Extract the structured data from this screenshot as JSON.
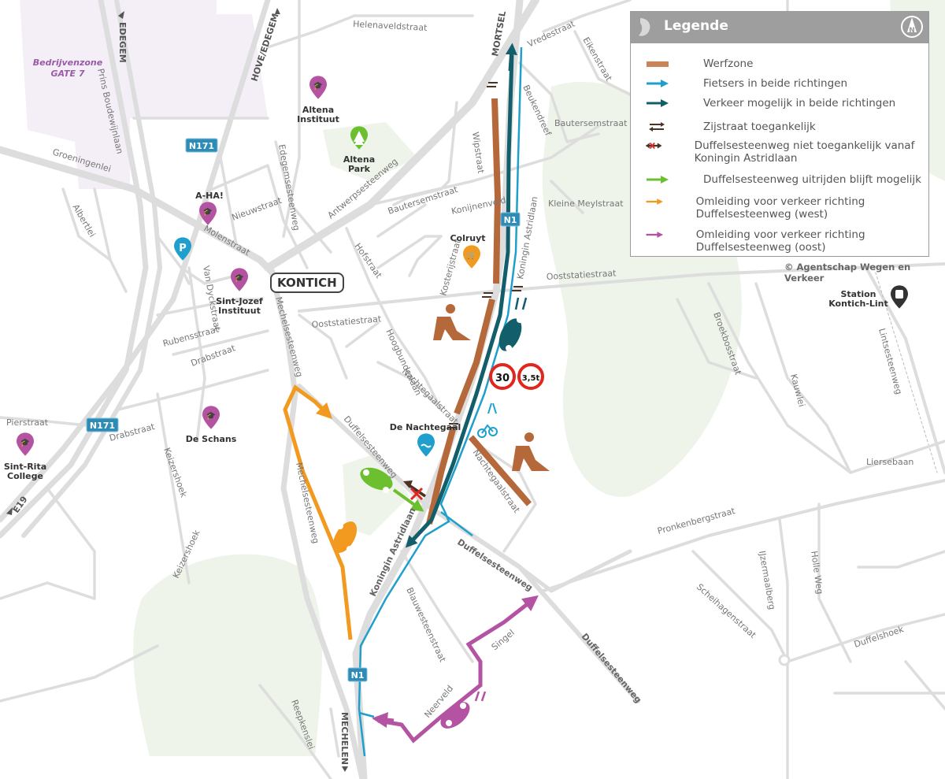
{
  "legend": {
    "title": "Legende",
    "items": [
      {
        "label": "Werfzone",
        "color": "#b5683a"
      },
      {
        "label": "Fietsers in beide richtingen",
        "color": "#1fa0cc"
      },
      {
        "label": "Verkeer mogelijk in beide richtingen",
        "color": "#135e6b"
      },
      {
        "label": "Zijstraat toegankelijk",
        "color": "#4a3226"
      },
      {
        "label": "Duffelsesteenweg niet toegankelijk vanaf Koningin Astridlaan",
        "color": "#4a3226"
      },
      {
        "label": "Duffelsesteenweg uitrijden blijft mogelijk",
        "color": "#6cbf2f"
      },
      {
        "label": "Omleiding voor verkeer richting Duffelsesteenweg (west)",
        "color": "#f29a1f"
      },
      {
        "label": "Omleiding voor verkeer richting Duffelsesteenweg (oost)",
        "color": "#b553a3"
      }
    ],
    "north": "N"
  },
  "copyright": "© Agentschap Wegen en Verkeer",
  "town": "KONTICH",
  "zone": {
    "line1": "Bedrijvenzone",
    "line2": "GATE 7"
  },
  "directions": {
    "edegem": "EDEGEM",
    "hove_edegem": "HOVE/EDEGEM",
    "mortsel": "MORTSEL",
    "mechelen": "MECHELEN",
    "e19": "E19"
  },
  "road_badges": {
    "n171_top": "N171",
    "n171_bottom": "N171",
    "n1_top": "N1",
    "n1_bottom": "N1"
  },
  "signs": {
    "speed": "30",
    "weight": "3,5t"
  },
  "pois": {
    "altena_instituut": [
      "Altena",
      "Instituut"
    ],
    "altena_park": [
      "Altena",
      "Park"
    ],
    "aha": "A-HA!",
    "sint_jozef": [
      "Sint-Jozef",
      "Instituut"
    ],
    "colruyt": "Colruyt",
    "de_nachtegaal": "De Nachtegaal",
    "de_schans": "De Schans",
    "sint_rita": [
      "Sint-Rita",
      "College"
    ],
    "station": [
      "Station",
      "Kontich-Lint"
    ],
    "parking": "P"
  },
  "streets": {
    "helenaveldstraat": "Helenaveldstraat",
    "vredestraat": "Vredestraat",
    "eikenstraat": "Eikenstraat",
    "beukendreef": "Beukendreef",
    "bautersemstraat_e": "Bautersemstraat",
    "kleine_meylstraat": "Kleine Meylstraat",
    "wipstraat": "Wipstraat",
    "prins_boudewijnlaan": "Prins Boudewijnlaan",
    "groeningenlei": "Groeningenlei",
    "albertlei": "Albertlei",
    "edegemsesteenweg": "Edegemsesteenweg",
    "antwerpsesteenweg": "Antwerpsesteenweg",
    "bautersemstraat": "Bautersemstraat",
    "konijnenveld": "Konijnenveld",
    "nieuwstraat": "Nieuwstraat",
    "molenstraat": "Molenstraat",
    "van_dyckstraat": "Van Dyckstraat",
    "hofstraat": "Hofstraat",
    "kosterijstraat": "Kosterijstraat",
    "koningin_astridlaan_n": "Koningin Astridlaan",
    "ooststatiestraat_e": "Ooststatiestraat",
    "ooststatiestraat_w": "Ooststatiestraat",
    "mechelsesteenweg_n": "Mechelsesteenweg",
    "rubensstraat": "Rubensstraat",
    "drabstraat_n": "Drabstraat",
    "hoogbunderlaan": "Hoogbunderlaan",
    "nachtegaalstraat_n": "Nachtegaalstraat",
    "nachtegaalstraat_s": "Nachtegaalstraat",
    "duffelsesteenweg_w": "Duffelsesteenweg",
    "duffelsesteenweg_c": "Duffelsesteenweg",
    "duffelsesteenweg_e": "Duffelsesteenweg",
    "pierstraat": "Pierstraat",
    "drabstraat_s": "Drabstraat",
    "keizershoek_n": "Keizershoek",
    "keizershoek_s": "Keizershoek",
    "mechelsesteenweg_s": "Mechelsesteenweg",
    "koningin_astridlaan_s": "Koningin Astridlaan",
    "blauwesteenstraat": "Blauwesteenstraat",
    "singel": "Singel",
    "neerveld": "Neerveld",
    "reepkenslei": "Reepkenslei",
    "broekbosstraat": "Broekbosstraat",
    "kauwlei": "Kauwlei",
    "lintsesteenweg": "Lintsesteenweg",
    "liersebaan": "Liersebaan",
    "pronkenbergstraat": "Pronkenbergstraat",
    "ijzermaalberg": "IJzermaalberg",
    "holle_weg": "Holle Weg",
    "scheihagenstraat": "Scheihagenstraat",
    "duffelshoek": "Duffelshoek"
  }
}
